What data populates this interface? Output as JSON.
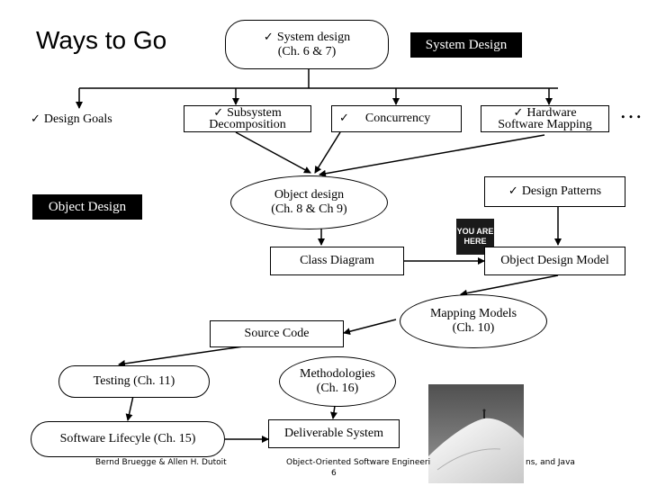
{
  "title": "Ways to Go",
  "nodes": {
    "system_design_item": "System design",
    "system_design_ref": "(Ch. 6 & 7)",
    "system_design_label": "System Design",
    "design_goals": "Design Goals",
    "subsystem_line1": "Subsystem",
    "subsystem_line2": "Decomposition",
    "concurrency": "Concurrency",
    "hardware_line1": "Hardware",
    "hardware_line2": "Software Mapping",
    "ellipsis": "…",
    "object_design_label": "Object Design",
    "object_design_item": "Object design",
    "object_design_ref": "(Ch. 8 & Ch 9)",
    "design_patterns": "Design Patterns",
    "you_are_here_line1": "YOU ARE",
    "you_are_here_line2": "HERE",
    "class_diagram": "Class Diagram",
    "object_design_model": "Object Design Model",
    "mapping_models_line1": "Mapping Models",
    "mapping_models_line2": "(Ch. 10)",
    "source_code": "Source Code",
    "testing": "Testing (Ch. 11)",
    "methodologies_line1": "Methodologies",
    "methodologies_line2": "(Ch. 16)",
    "software_lifecycle": "Software Lifecyle (Ch. 15)",
    "deliverable_system": "Deliverable System"
  },
  "footer": {
    "authors": "Bernd Bruegge & Allen H. Dutoit",
    "book_left": "Object-Oriented Software Engineeri",
    "book_right": "ns, and Java",
    "page_number": "6"
  }
}
